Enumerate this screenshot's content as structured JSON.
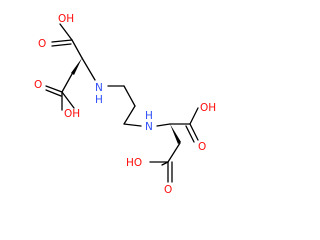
{
  "molecule": {
    "colors": {
      "oxygen": "#ff0d0d",
      "nitrogen": "#3050f8",
      "carbon": "#000000",
      "background": "#ffffff"
    },
    "labels": {
      "oh_top_left": "OH",
      "o_left_upper": "O",
      "o_left_lower": "O",
      "oh_left_lower": "OH",
      "nh_left": "N",
      "h_left": "H",
      "nh_right": "N",
      "h_right": "H",
      "oh_right_upper": "OH",
      "o_right_upper": "O",
      "ho_bottom": "HO",
      "o_bottom": "O"
    }
  }
}
